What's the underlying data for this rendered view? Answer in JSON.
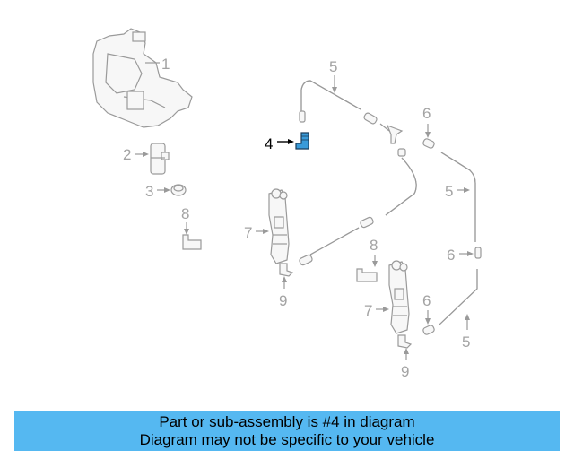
{
  "callouts": {
    "c1": "1",
    "c2": "2",
    "c3": "3",
    "c4": "4",
    "c5a": "5",
    "c5b": "5",
    "c5c": "5",
    "c6a": "6",
    "c6b": "6",
    "c6c": "6",
    "c7a": "7",
    "c7b": "7",
    "c8a": "8",
    "c8b": "8",
    "c9a": "9",
    "c9b": "9"
  },
  "highlight_part": "4",
  "banner": {
    "line1": "Part or sub-assembly is #4 in diagram",
    "line2": "Diagram may not be specific to your vehicle"
  },
  "colors": {
    "highlight_part_fill": "#3a9bd9",
    "banner_bg": "#55b8f1",
    "callout_gray": "#a3a3a3",
    "line_gray": "#9a9a9a"
  }
}
